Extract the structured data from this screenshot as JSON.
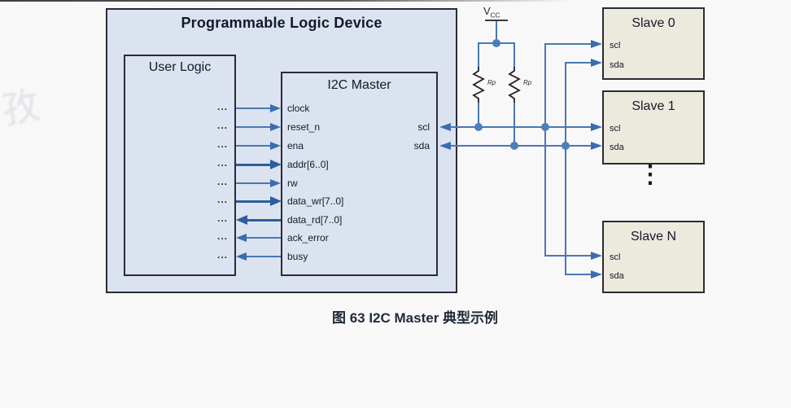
{
  "watermark": "孜",
  "page": {
    "caption": "图 63 I2C Master 典型示例"
  },
  "colors": {
    "pld_fill": "#dbe3f1",
    "slave_fill": "#ece9dd",
    "wire_blue": "#4a78b0",
    "bus_blue": "#2c5e9c",
    "box_border": "#2b2b33",
    "text": "#14182a"
  },
  "pld": {
    "title": "Programmable Logic Device",
    "user_logic": {
      "title": "User Logic",
      "ellipsis": "..."
    },
    "i2c_master": {
      "title": "I2C Master",
      "left_ports": [
        {
          "label": "clock",
          "direction": "in",
          "wire": "thin"
        },
        {
          "label": "reset_n",
          "direction": "in",
          "wire": "thin"
        },
        {
          "label": "ena",
          "direction": "in",
          "wire": "thin"
        },
        {
          "label": "addr[6..0]",
          "direction": "in",
          "wire": "bus"
        },
        {
          "label": "rw",
          "direction": "in",
          "wire": "thin"
        },
        {
          "label": "data_wr[7..0]",
          "direction": "in",
          "wire": "bus"
        },
        {
          "label": "data_rd[7..0]",
          "direction": "out",
          "wire": "bus"
        },
        {
          "label": "ack_error",
          "direction": "out",
          "wire": "thin"
        },
        {
          "label": "busy",
          "direction": "out",
          "wire": "thin"
        }
      ],
      "right_ports": [
        {
          "label": "scl"
        },
        {
          "label": "sda"
        }
      ]
    }
  },
  "power": {
    "vcc_main": "V",
    "vcc_sub": "CC",
    "pullup_left_label": "Rp",
    "pullup_right_label": "Rp"
  },
  "slaves": {
    "items": [
      {
        "title": "Slave 0",
        "port_scl": "scl",
        "port_sda": "sda"
      },
      {
        "title": "Slave 1",
        "port_scl": "scl",
        "port_sda": "sda"
      },
      {
        "title": "Slave N",
        "port_scl": "scl",
        "port_sda": "sda"
      }
    ],
    "continuation": "⋮"
  }
}
